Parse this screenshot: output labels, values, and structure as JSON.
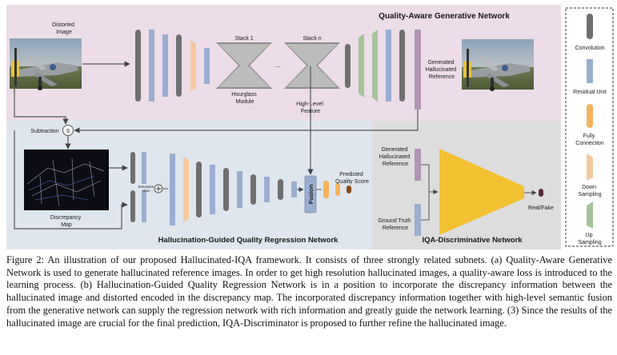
{
  "colors": {
    "generative_bg": "#ecdde8",
    "regression_bg": "#dfe6ee",
    "discriminator_bg": "#dddddd",
    "convolution": "#6f6f6f",
    "residual": "#9aaed0",
    "fully_connection": "#f6b35a",
    "down_sampling": "#f5c99e",
    "up_sampling": "#a6c49a",
    "generated_reference": "#b095b4",
    "discriminator_shape": "#f2c232",
    "output_node": "#5a2a3a",
    "arrow": "#555555"
  },
  "diagram": {
    "generative_title": "Quality-Aware Generative Network",
    "regression_title": "Hallucination-Guided Quality Regression Network",
    "discriminator_title": "IQA-Discriminative Network",
    "distorted_image": [
      "Distorted",
      "Image"
    ],
    "generated_reference_label": [
      "Generated",
      "Hallucinated",
      "Reference"
    ],
    "stack_1": "Stack 1",
    "stack_n": "Stack n",
    "hourglass": [
      "Hourglass",
      "Module"
    ],
    "high_level_feature": [
      "High-Level",
      "Feature"
    ],
    "subtraction": "Subtraction",
    "subtraction_symbol": "S",
    "discrepancy_map": [
      "Discrepancy",
      "Map"
    ],
    "entrywise_sum": [
      "Entrywise",
      "Sum"
    ],
    "fusion": "Fusion",
    "predicted_quality_score": [
      "Predicted",
      "Quality Score"
    ],
    "disc_generated": [
      "Generated",
      "Hallucinated",
      "Reference"
    ],
    "disc_ground_truth": [
      "Ground Truth",
      "Reference"
    ],
    "real_fake": "Real/Fake"
  },
  "legend": {
    "convolution": "Convolution",
    "residual_unit": "Residual Unit",
    "fully_connection": [
      "Fully",
      "Connection"
    ],
    "down_sampling": [
      "Down",
      "Sampling"
    ],
    "up_sampling": [
      "Up",
      "Sampling"
    ]
  },
  "caption": "Figure 2:  An illustration of our proposed Hallucinated-IQA framework. It consists of three strongly related subnets. (a) Quality-Aware Generative Network is used to generate hallucinated reference images.  In order to get high resolution hallucinated images, a quality-aware loss is introduced to the learning process. (b) Hallucination-Guided Quality Regression Network is in a position to incorporate the discrepancy information between the hallucinated image and distorted encoded in the discrepancy map.  The incorporated discrepancy information together with high-level semantic fusion from the generative network can supply the regression network with rich information and greatly guide the network learning. (3) Since the results of the hallucinated image are crucial for the final prediction, IQA-Discriminator is proposed to further refine the hallucinated image."
}
